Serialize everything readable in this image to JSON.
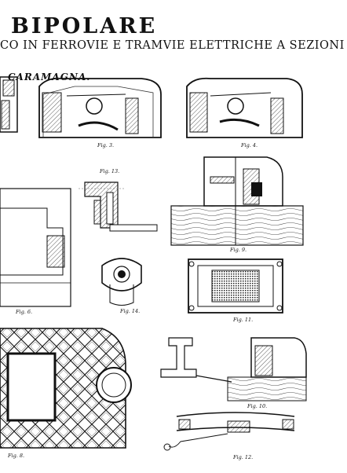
{
  "plate": {
    "title": "BIPOLARE",
    "subtitle": "CO IN FERROVIE E TRAMVIE ELETTRICHE A SEZIONI",
    "author": "CARAMAGNA."
  },
  "figures": [
    {
      "label": "Fig. 3."
    },
    {
      "label": "Fig. 4."
    },
    {
      "label": "Fig. 13."
    },
    {
      "label": "Fig. 9."
    },
    {
      "label": "Fig. 6."
    },
    {
      "label": "Fig. 14."
    },
    {
      "label": "Fig. 11."
    },
    {
      "label": "Fig. 10."
    },
    {
      "label": "Fig. 8."
    },
    {
      "label": "Fig. 12."
    }
  ]
}
